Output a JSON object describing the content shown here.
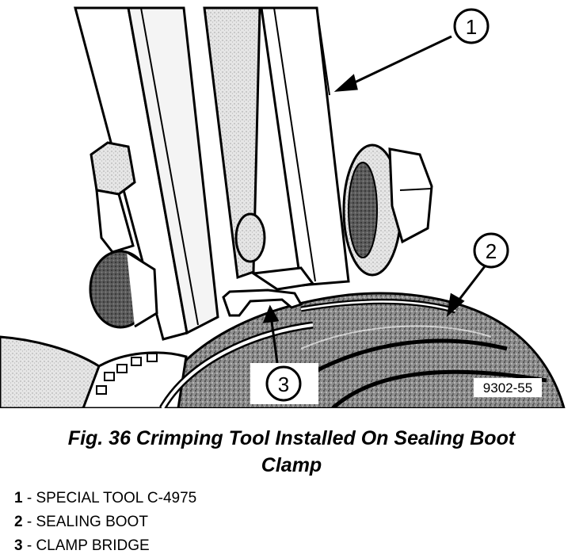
{
  "figure": {
    "callouts": [
      {
        "number": "1"
      },
      {
        "number": "2"
      },
      {
        "number": "3"
      }
    ],
    "figure_code": "9302-55"
  },
  "caption": {
    "line1": "Fig. 36 Crimping Tool Installed On Sealing Boot",
    "line2": "Clamp"
  },
  "legend": [
    {
      "num": "1",
      "text": " - SPECIAL TOOL C-4975"
    },
    {
      "num": "2",
      "text": " - SEALING BOOT"
    },
    {
      "num": "3",
      "text": " - CLAMP BRIDGE"
    }
  ]
}
